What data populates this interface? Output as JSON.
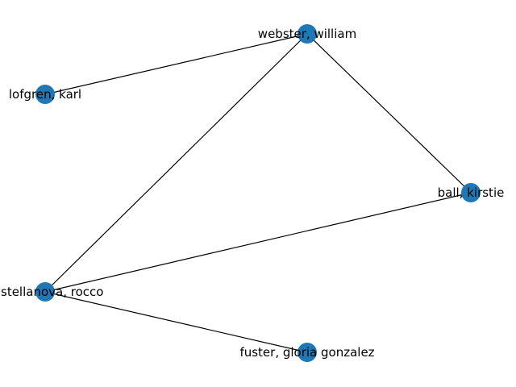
{
  "node_color": "#1f77b4",
  "edge_color": "#000000",
  "nodes": [
    {
      "id": "webster",
      "label": "webster, william"
    },
    {
      "id": "lofgren",
      "label": "lofgren, karl"
    },
    {
      "id": "ball",
      "label": "ball, kirstie"
    },
    {
      "id": "castellanova",
      "label": "castellanova, rocco"
    },
    {
      "id": "fuster",
      "label": "fuster, gloria gonzalez"
    }
  ],
  "edges": [
    {
      "source": "webster",
      "target": "lofgren"
    },
    {
      "source": "webster",
      "target": "ball"
    },
    {
      "source": "webster",
      "target": "castellanova"
    },
    {
      "source": "ball",
      "target": "castellanova"
    },
    {
      "source": "castellanova",
      "target": "fuster"
    }
  ]
}
